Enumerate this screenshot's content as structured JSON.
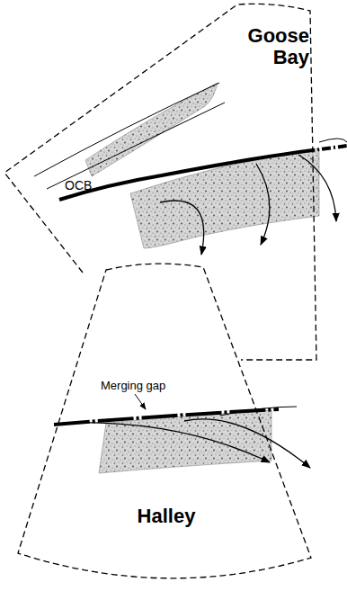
{
  "diagram": {
    "nodes": [
      {
        "text": [
          "Goose Bay"
        ]
      },
      {
        "text": [
          "Halley"
        ]
      }
    ],
    "labels": [
      "OCB",
      "Merging gap"
    ]
  }
}
